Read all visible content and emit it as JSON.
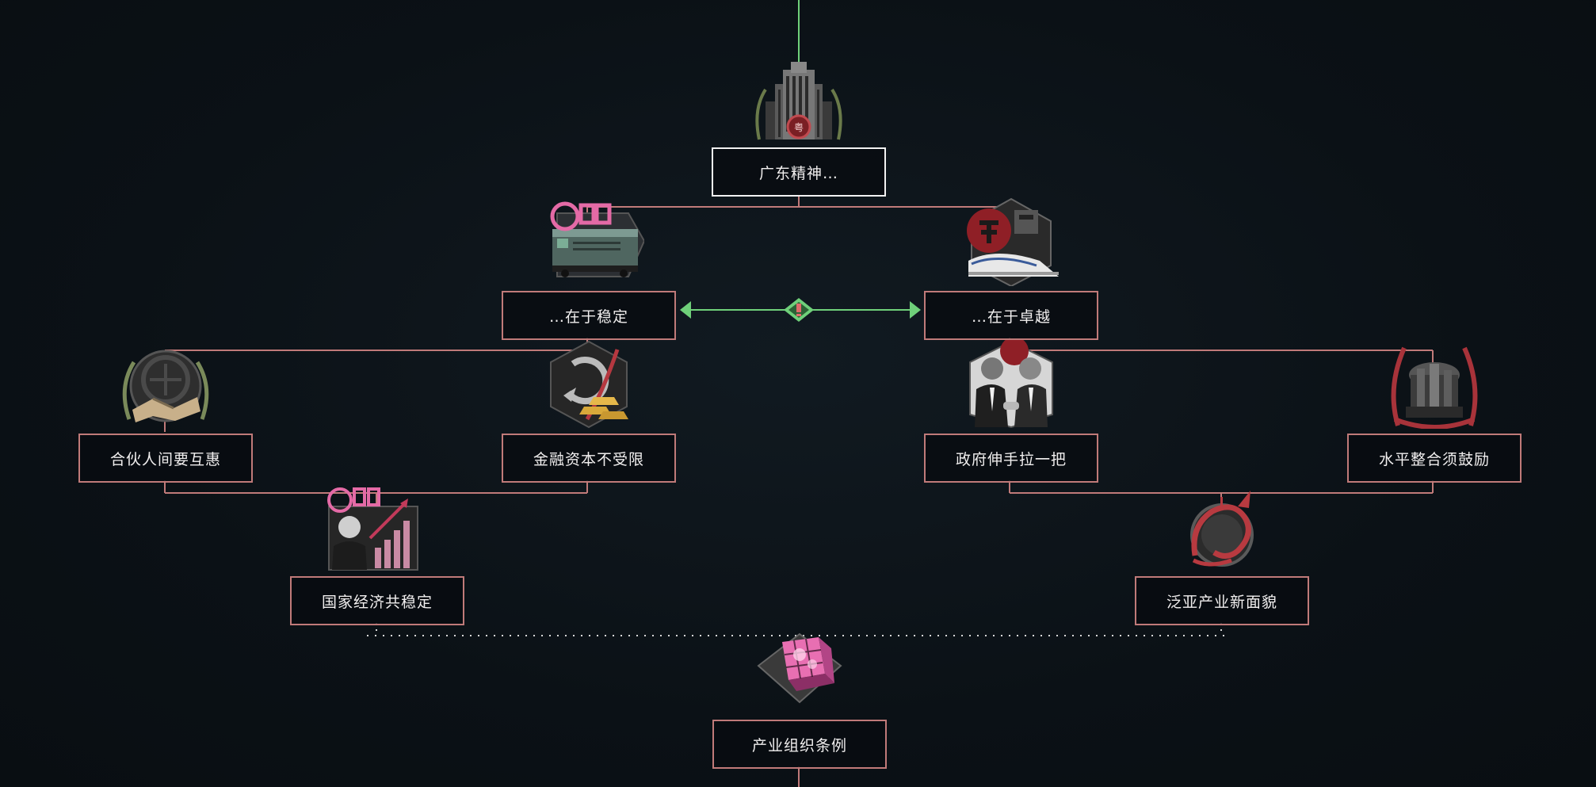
{
  "focus_tree": {
    "nodes": [
      {
        "id": "guangdong",
        "title": "广东精神…",
        "icon": "bank-building-icon",
        "status": "completed"
      },
      {
        "id": "stability",
        "title": "…在于稳定",
        "icon": "locomotive-icon",
        "status": "available"
      },
      {
        "id": "excellence",
        "title": "…在于卓越",
        "icon": "bullet-train-icon",
        "status": "available"
      },
      {
        "id": "partners",
        "title": "合伙人间要互惠",
        "icon": "handshake-icon",
        "status": "available"
      },
      {
        "id": "finance",
        "title": "金融资本不受限",
        "icon": "gold-bars-icon",
        "status": "available"
      },
      {
        "id": "government",
        "title": "政府伸手拉一把",
        "icon": "officials-handshake-icon",
        "status": "available"
      },
      {
        "id": "horizontal",
        "title": "水平整合须鼓励",
        "icon": "industrial-city-icon",
        "status": "available"
      },
      {
        "id": "national",
        "title": "国家经济共稳定",
        "icon": "economy-chart-icon",
        "status": "available"
      },
      {
        "id": "panasia",
        "title": "泛亚产业新面貌",
        "icon": "dragon-emblem-icon",
        "status": "available"
      },
      {
        "id": "industrial",
        "title": "产业组织条例",
        "icon": "crystal-cube-icon",
        "status": "available"
      }
    ]
  },
  "colors": {
    "background": "#0b1116",
    "line": "#c07a79",
    "exclusive_line": "#6fd07a",
    "completed_border": "#f2f2f2"
  }
}
